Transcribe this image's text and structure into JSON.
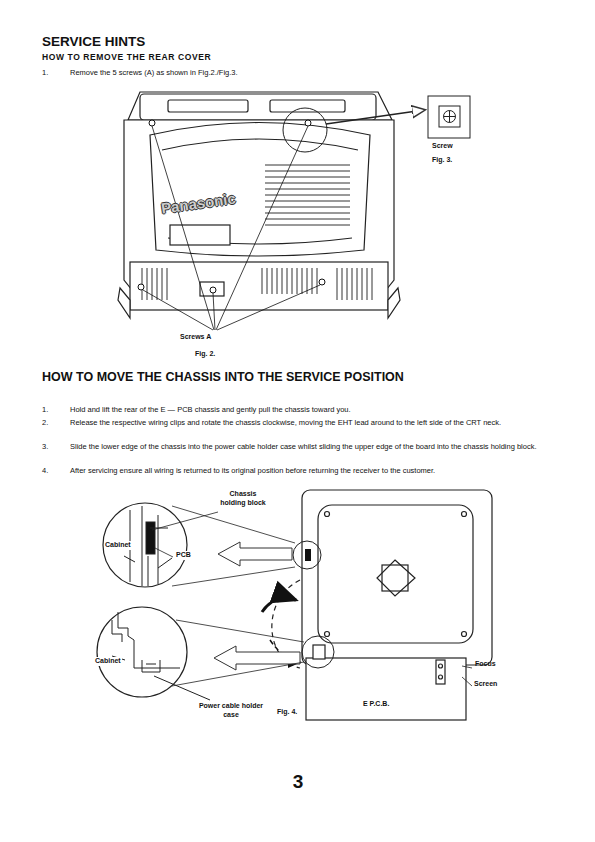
{
  "diagram": {
    "title": "SERVICE HINTS",
    "labels": [
      "HOW TO REMOVE THE REAR COVER",
      "1.",
      "Remove the 5 screws (A) as shown in Fig.2./Fig.3.",
      "Panasonic",
      "Screw",
      "Fig. 3.",
      "Screws A",
      "Fig. 2.",
      "HOW TO MOVE THE CHASSIS INTO THE SERVICE POSITION",
      "1.",
      "Hold and lift the rear of the E — PCB chassis and gently pull the chassis toward you.",
      "2.",
      "Release the respective wiring clips and rotate the chassis clockwise, moving the EHT lead around to the left side of the CRT neck.",
      "3.",
      "Slide the lower edge of the chassis into the power cable holder case whilst sliding the upper edge of the board into the chassis holding block.",
      "4.",
      "After servicing ensure all wiring is returned to its original position before returning the receiver to the customer.",
      "Chassis holding block",
      "Cabinet",
      "PCB",
      "Cabinet",
      "Power cable holder case",
      "Fig. 4.",
      "E P.C.B.",
      "Focus",
      "Screen",
      "3"
    ]
  }
}
